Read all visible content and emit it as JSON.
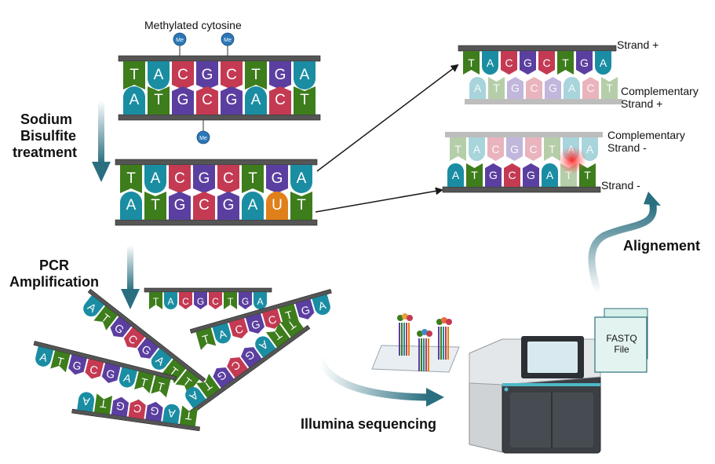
{
  "colors": {
    "A": "#1a8da3",
    "T": "#3d7d1c",
    "G": "#5b3fa0",
    "C": "#c43a52",
    "U": "#e0801a",
    "backbone": "#555555",
    "faded_backbone": "#bdbdbd",
    "arrow": "#2a6f80",
    "methyl": "#2b77b8",
    "highlight": "#ff3030"
  },
  "labels": {
    "methylated_cytosine": "Methylated cytosine",
    "me": "Me",
    "sodium_bisulfite": [
      "Sodium",
      "Bisulfite",
      "treatment"
    ],
    "pcr_amplification": [
      "PCR",
      "Amplification"
    ],
    "illumina_sequencing": "Illumina sequencing",
    "alignment": "Alignement",
    "strand_plus": "Strand +",
    "complementary_plus": [
      "Complementary",
      "Strand +"
    ],
    "complementary_minus": [
      "Complementary",
      "Strand -"
    ],
    "strand_minus": "Strand -",
    "fastq_file": [
      "FASTQ",
      "File"
    ]
  },
  "sequences": {
    "original_top": "TACGCTGA",
    "original_bottom": "ATGCGACT",
    "converted_top": "TACGCTGA",
    "converted_bottom": "ATGCGAUT",
    "strand_plus": "TACGCTGA",
    "complementary_plus": "ATGCGACT",
    "complementary_minus": "TACGCTAA",
    "strand_minus": "ATGCGATT",
    "pcr_a": "TACGCTGA",
    "pcr_b": "ATGCGATT",
    "pcr_c": "TACGCTGA",
    "pcr_d": "ATGCGATT",
    "pcr_e": "TTAGCGTA",
    "pcr_f": "TAGCGTA"
  },
  "icons": [
    "dna-strand-icon",
    "methyl-group-icon",
    "flow-arrow-icon",
    "sequencer-icon",
    "flow-cell-icon",
    "fastq-file-icon",
    "mismatch-highlight-icon"
  ]
}
